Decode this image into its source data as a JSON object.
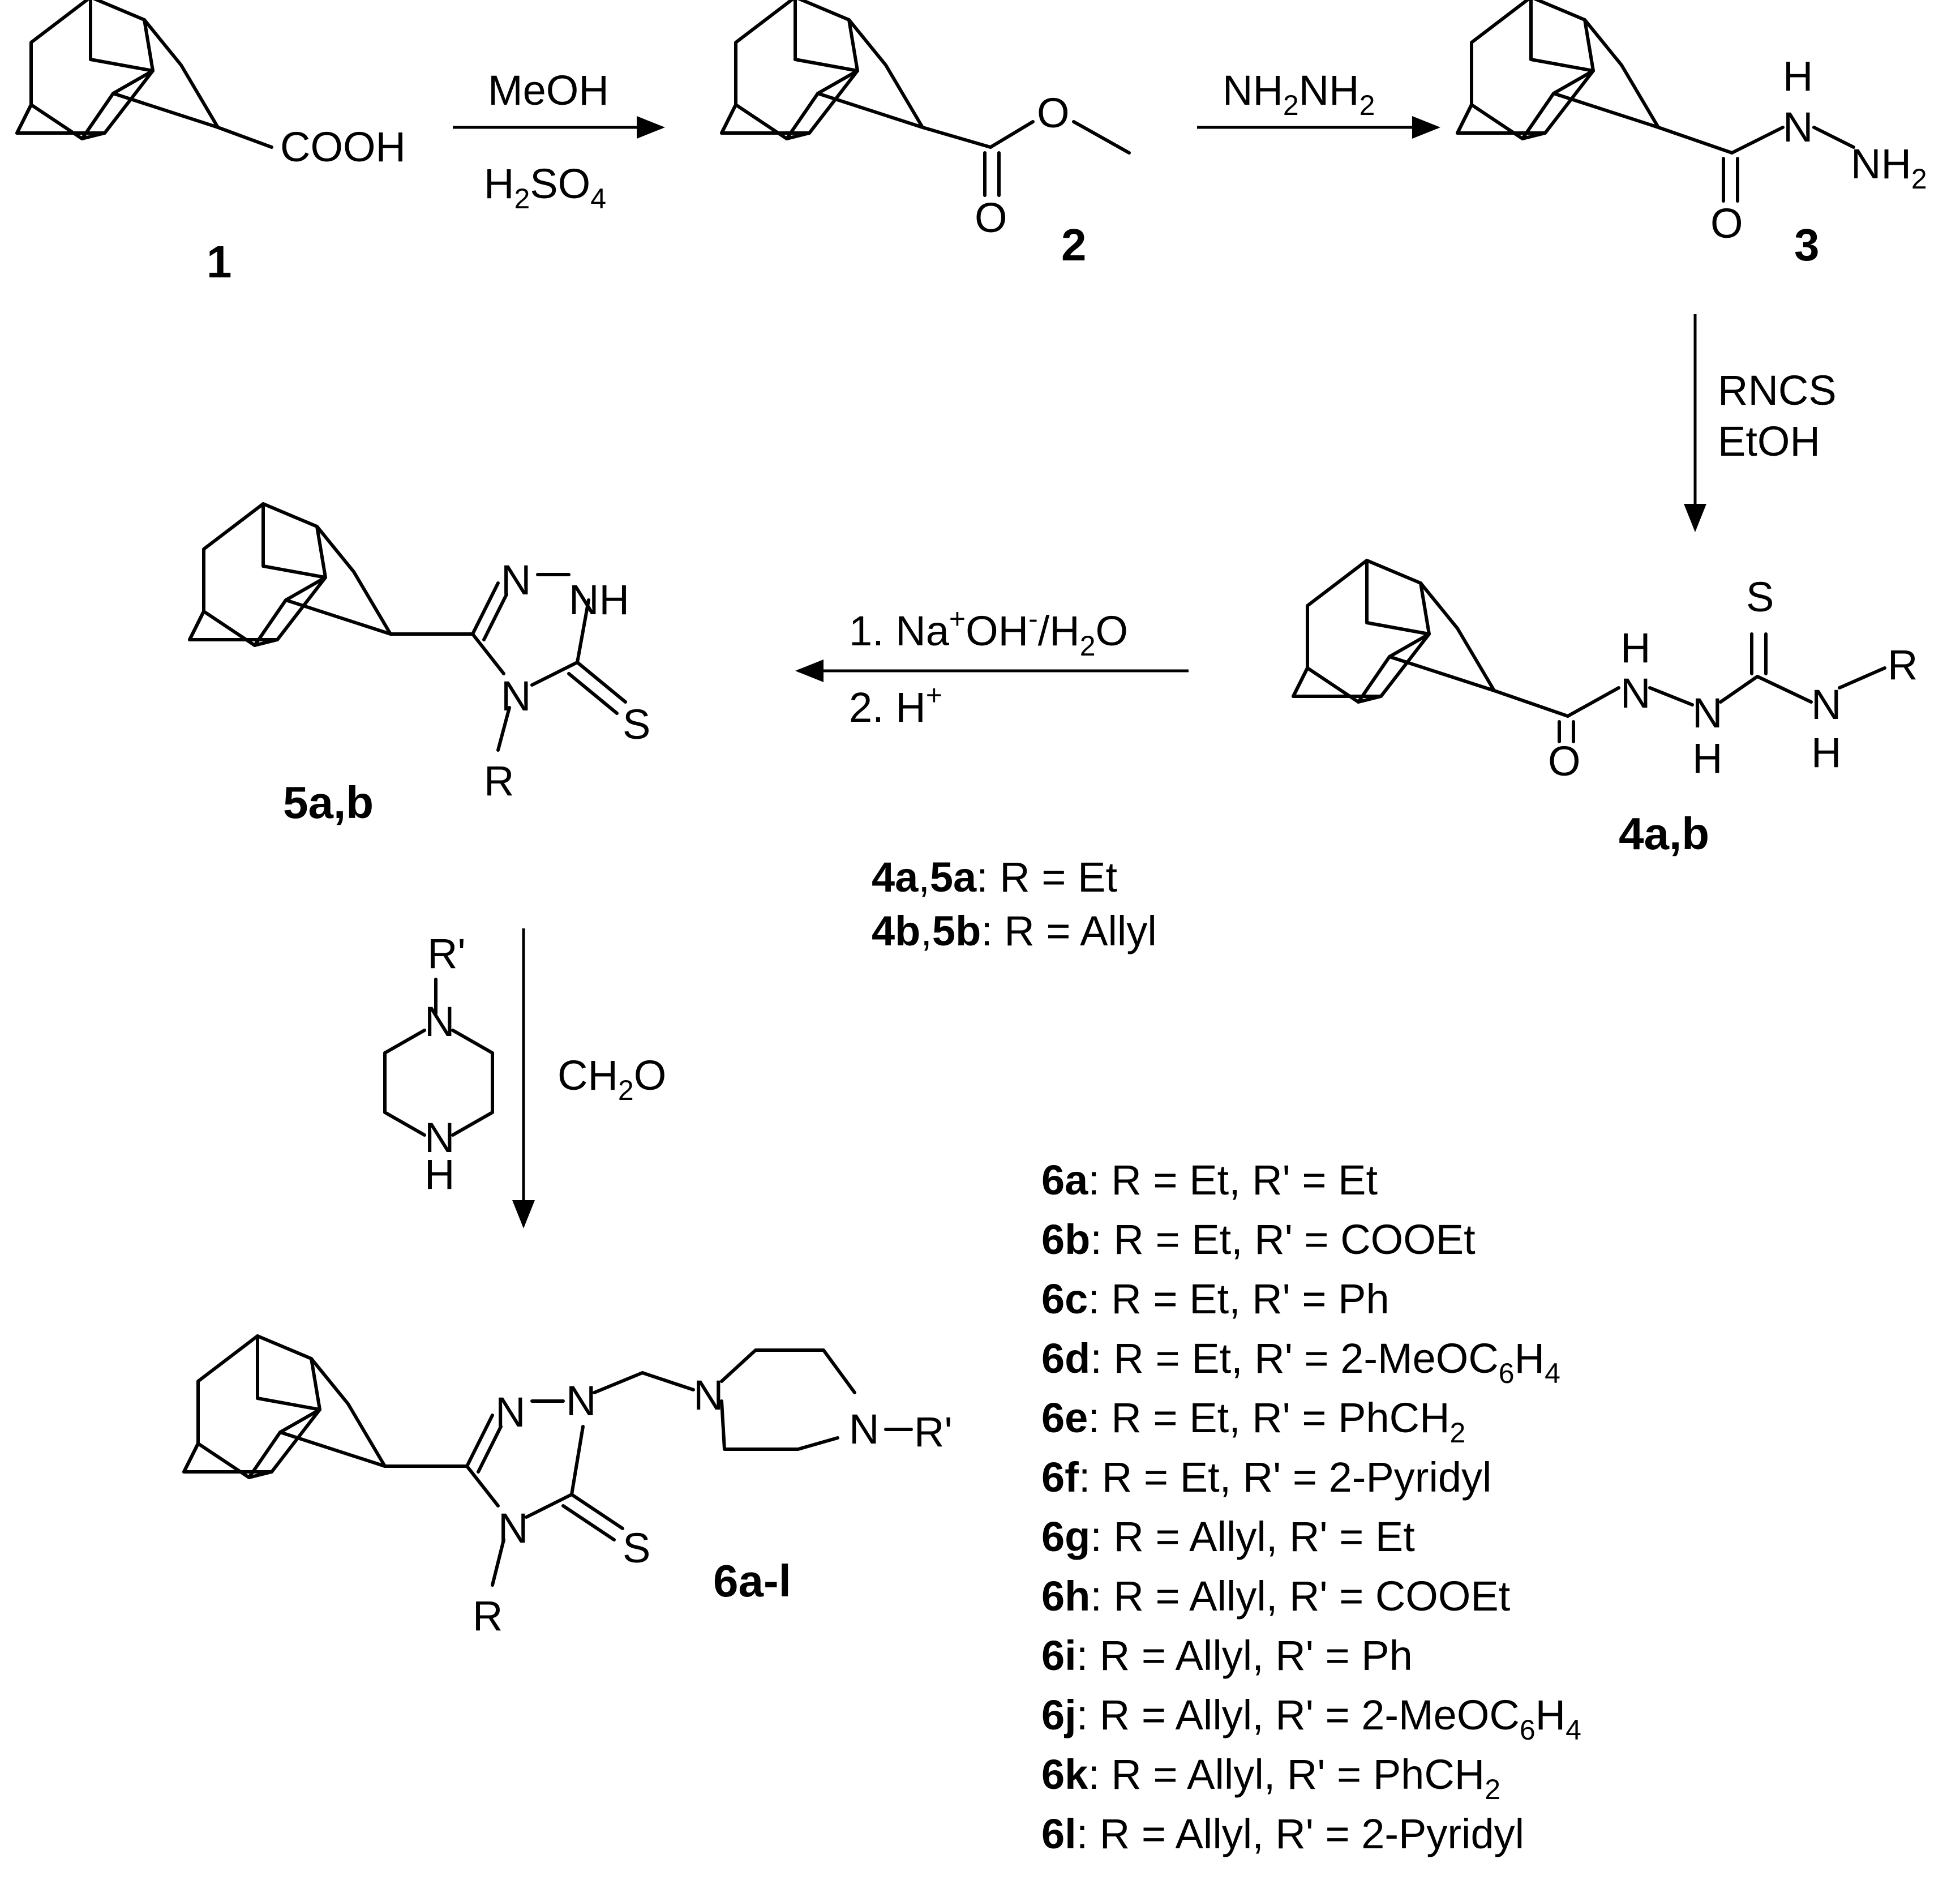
{
  "compounds": {
    "c1": "1",
    "c2": "2",
    "c3": "3",
    "c4": "4a,b",
    "c5": "5a,b",
    "c6": "6a-l"
  },
  "atoms": {
    "cooh": "COOH",
    "o": "O",
    "s": "S",
    "n": "N",
    "h": "H",
    "nh": "NH",
    "nh2": "NH",
    "r": "R",
    "n_rprime": "N",
    "rprime_suffix": "R'",
    "rprime": "R'"
  },
  "reagents": {
    "step1_top": "MeOH",
    "step1_bottom_h": "H",
    "step1_bottom_2": "2",
    "step1_bottom_so": "SO",
    "step1_bottom_4": "4",
    "step2_nh": "NH",
    "step2_2a": "2",
    "step2_nh2": "NH",
    "step2_2b": "2",
    "step3_line1": "RNCS",
    "step3_line2": "EtOH",
    "step4_line1_a": "1. Na",
    "step4_line1_plus": "+",
    "step4_line1_b": "OH",
    "step4_line1_minus": "-",
    "step4_line1_c": "/H",
    "step4_line1_2": "2",
    "step4_line1_d": "O",
    "step4_line2_a": "2. H",
    "step4_line2_plus": "+",
    "step5_ch": "CH",
    "step5_2": "2",
    "step5_o": "O"
  },
  "r_definitions": [
    {
      "cpd_a": "4a",
      "sep": ",",
      "cpd_b": "5a",
      "text": ": R = Et"
    },
    {
      "cpd_a": "4b",
      "sep": ",",
      "cpd_b": "5b",
      "text": ": R = Allyl"
    }
  ],
  "products": [
    {
      "id": "6a",
      "text": ": R = Et, R' = Et"
    },
    {
      "id": "6b",
      "text": ": R = Et, R' = COOEt"
    },
    {
      "id": "6c",
      "text": ": R = Et, R' = Ph"
    },
    {
      "id": "6d",
      "text": ": R = Et, R' = 2-MeOC",
      "sub1": "6",
      "mid": "H",
      "sub2": "4"
    },
    {
      "id": "6e",
      "text": ": R = Et, R' = PhCH",
      "sub1": "2"
    },
    {
      "id": "6f",
      "text": ": R = Et, R' = 2-Pyridyl"
    },
    {
      "id": "6g",
      "text": ": R = Allyl, R' = Et"
    },
    {
      "id": "6h",
      "text": ": R = Allyl, R' = COOEt"
    },
    {
      "id": "6i",
      "text": ": R = Allyl, R' = Ph"
    },
    {
      "id": "6j",
      "text": ": R = Allyl, R' = 2-MeOC",
      "sub1": "6",
      "mid": "H",
      "sub2": "4"
    },
    {
      "id": "6k",
      "text": ": R = Allyl, R' = PhCH",
      "sub1": "2"
    },
    {
      "id": "6l",
      "text": ": R = Allyl, R' = 2-Pyridyl"
    }
  ]
}
